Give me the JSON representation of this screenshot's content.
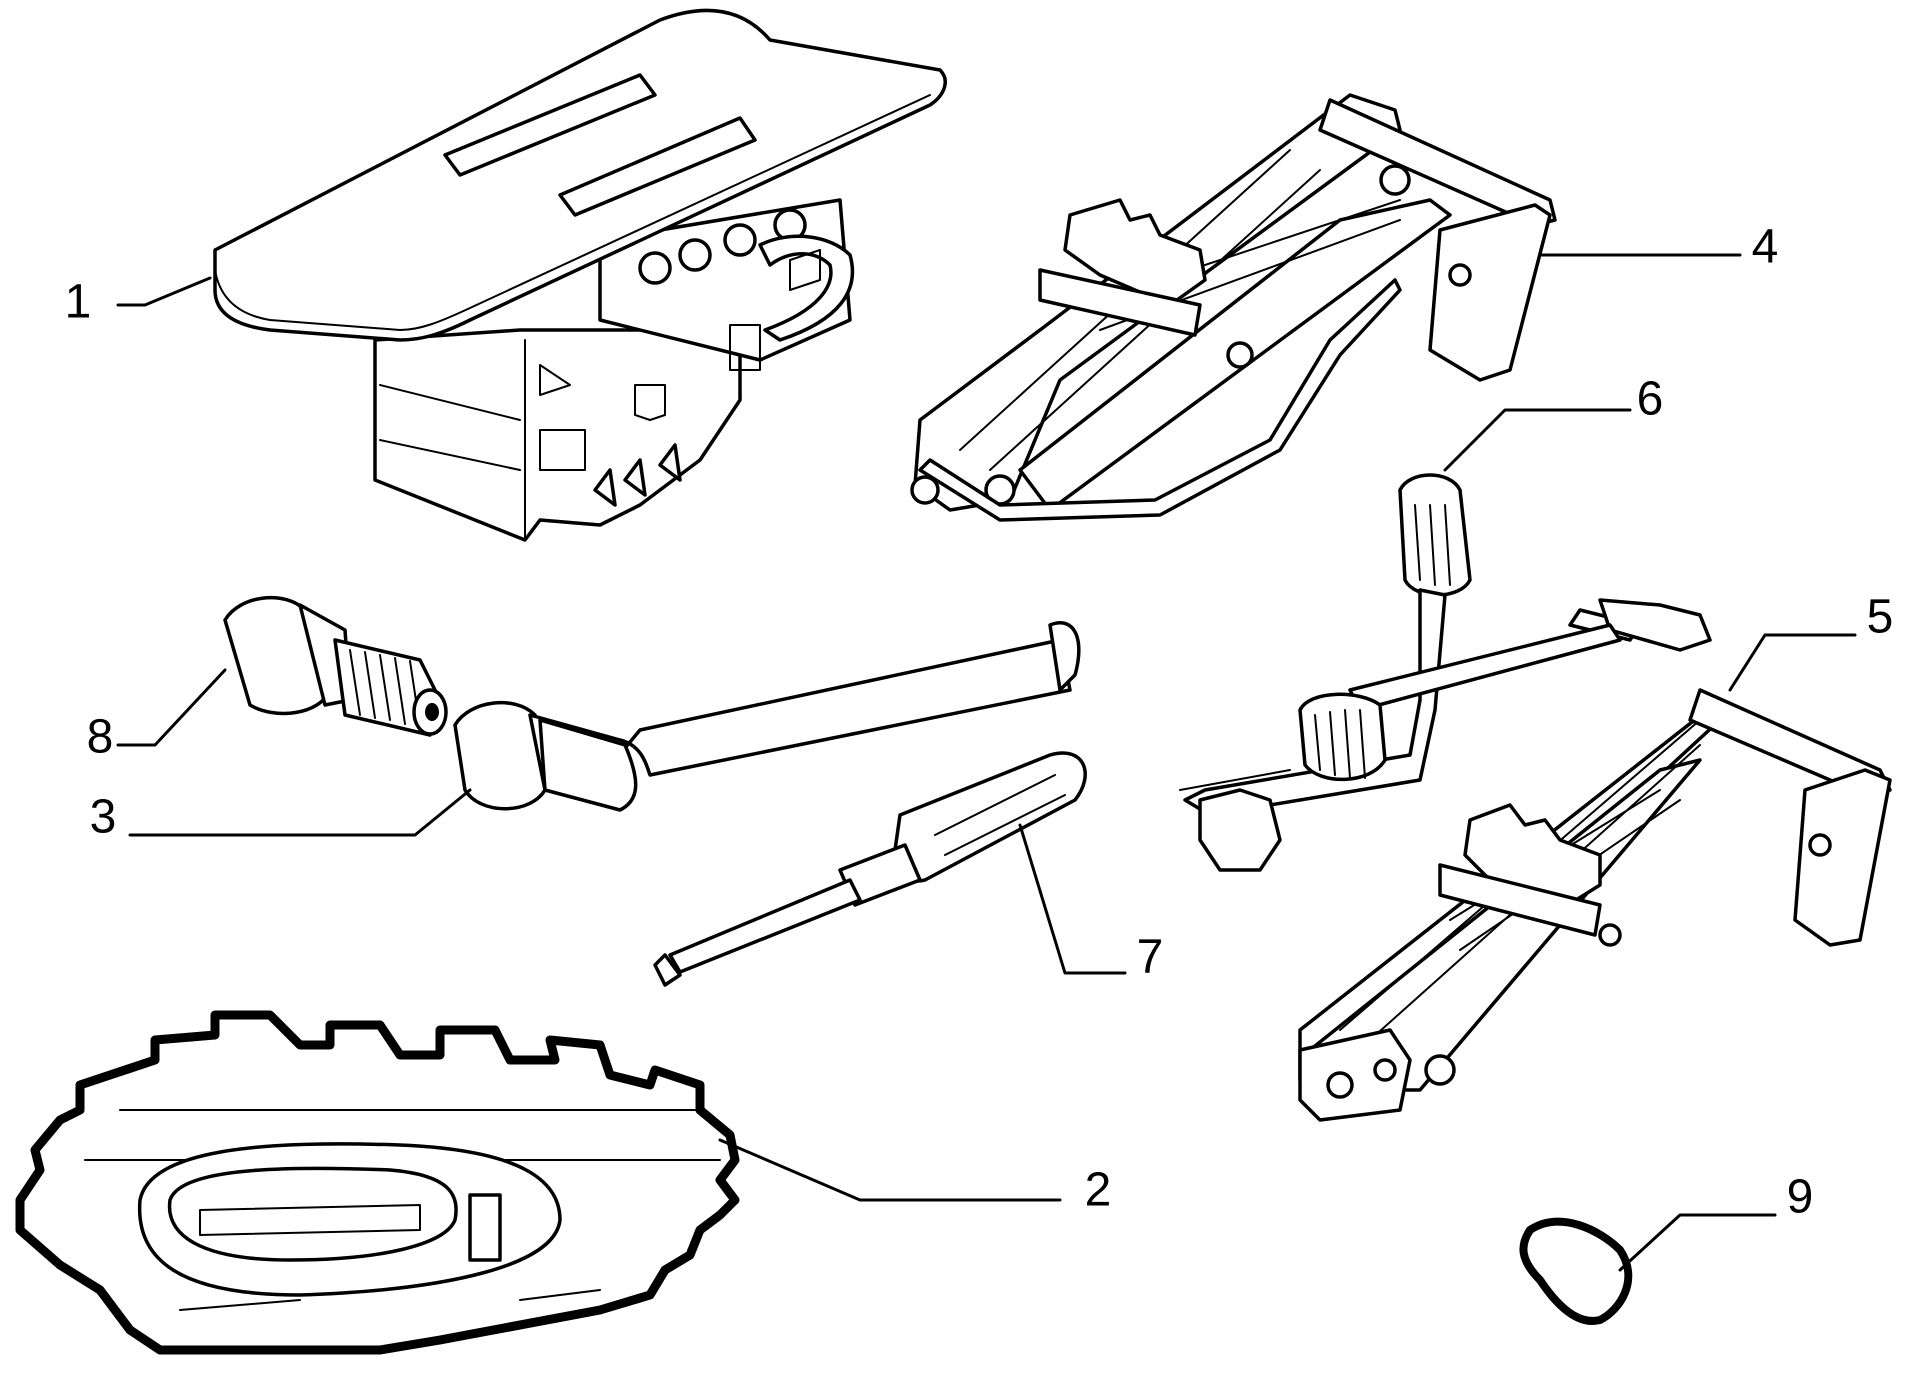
{
  "diagram": {
    "callouts": [
      {
        "id": "1",
        "label": "1",
        "part": "tool-holder-tray"
      },
      {
        "id": "2",
        "label": "2",
        "part": "spare-wheel-tool-tray"
      },
      {
        "id": "3",
        "label": "3",
        "part": "wheel-wrench"
      },
      {
        "id": "4",
        "label": "4",
        "part": "scissor-jack-a"
      },
      {
        "id": "5",
        "label": "5",
        "part": "scissor-jack-b"
      },
      {
        "id": "6",
        "label": "6",
        "part": "jack-crank-handle"
      },
      {
        "id": "7",
        "label": "7",
        "part": "screwdriver"
      },
      {
        "id": "8",
        "label": "8",
        "part": "socket-adapter"
      },
      {
        "id": "9",
        "label": "9",
        "part": "retaining-ring"
      }
    ],
    "colors": {
      "line": "#000000",
      "background": "#ffffff"
    }
  }
}
